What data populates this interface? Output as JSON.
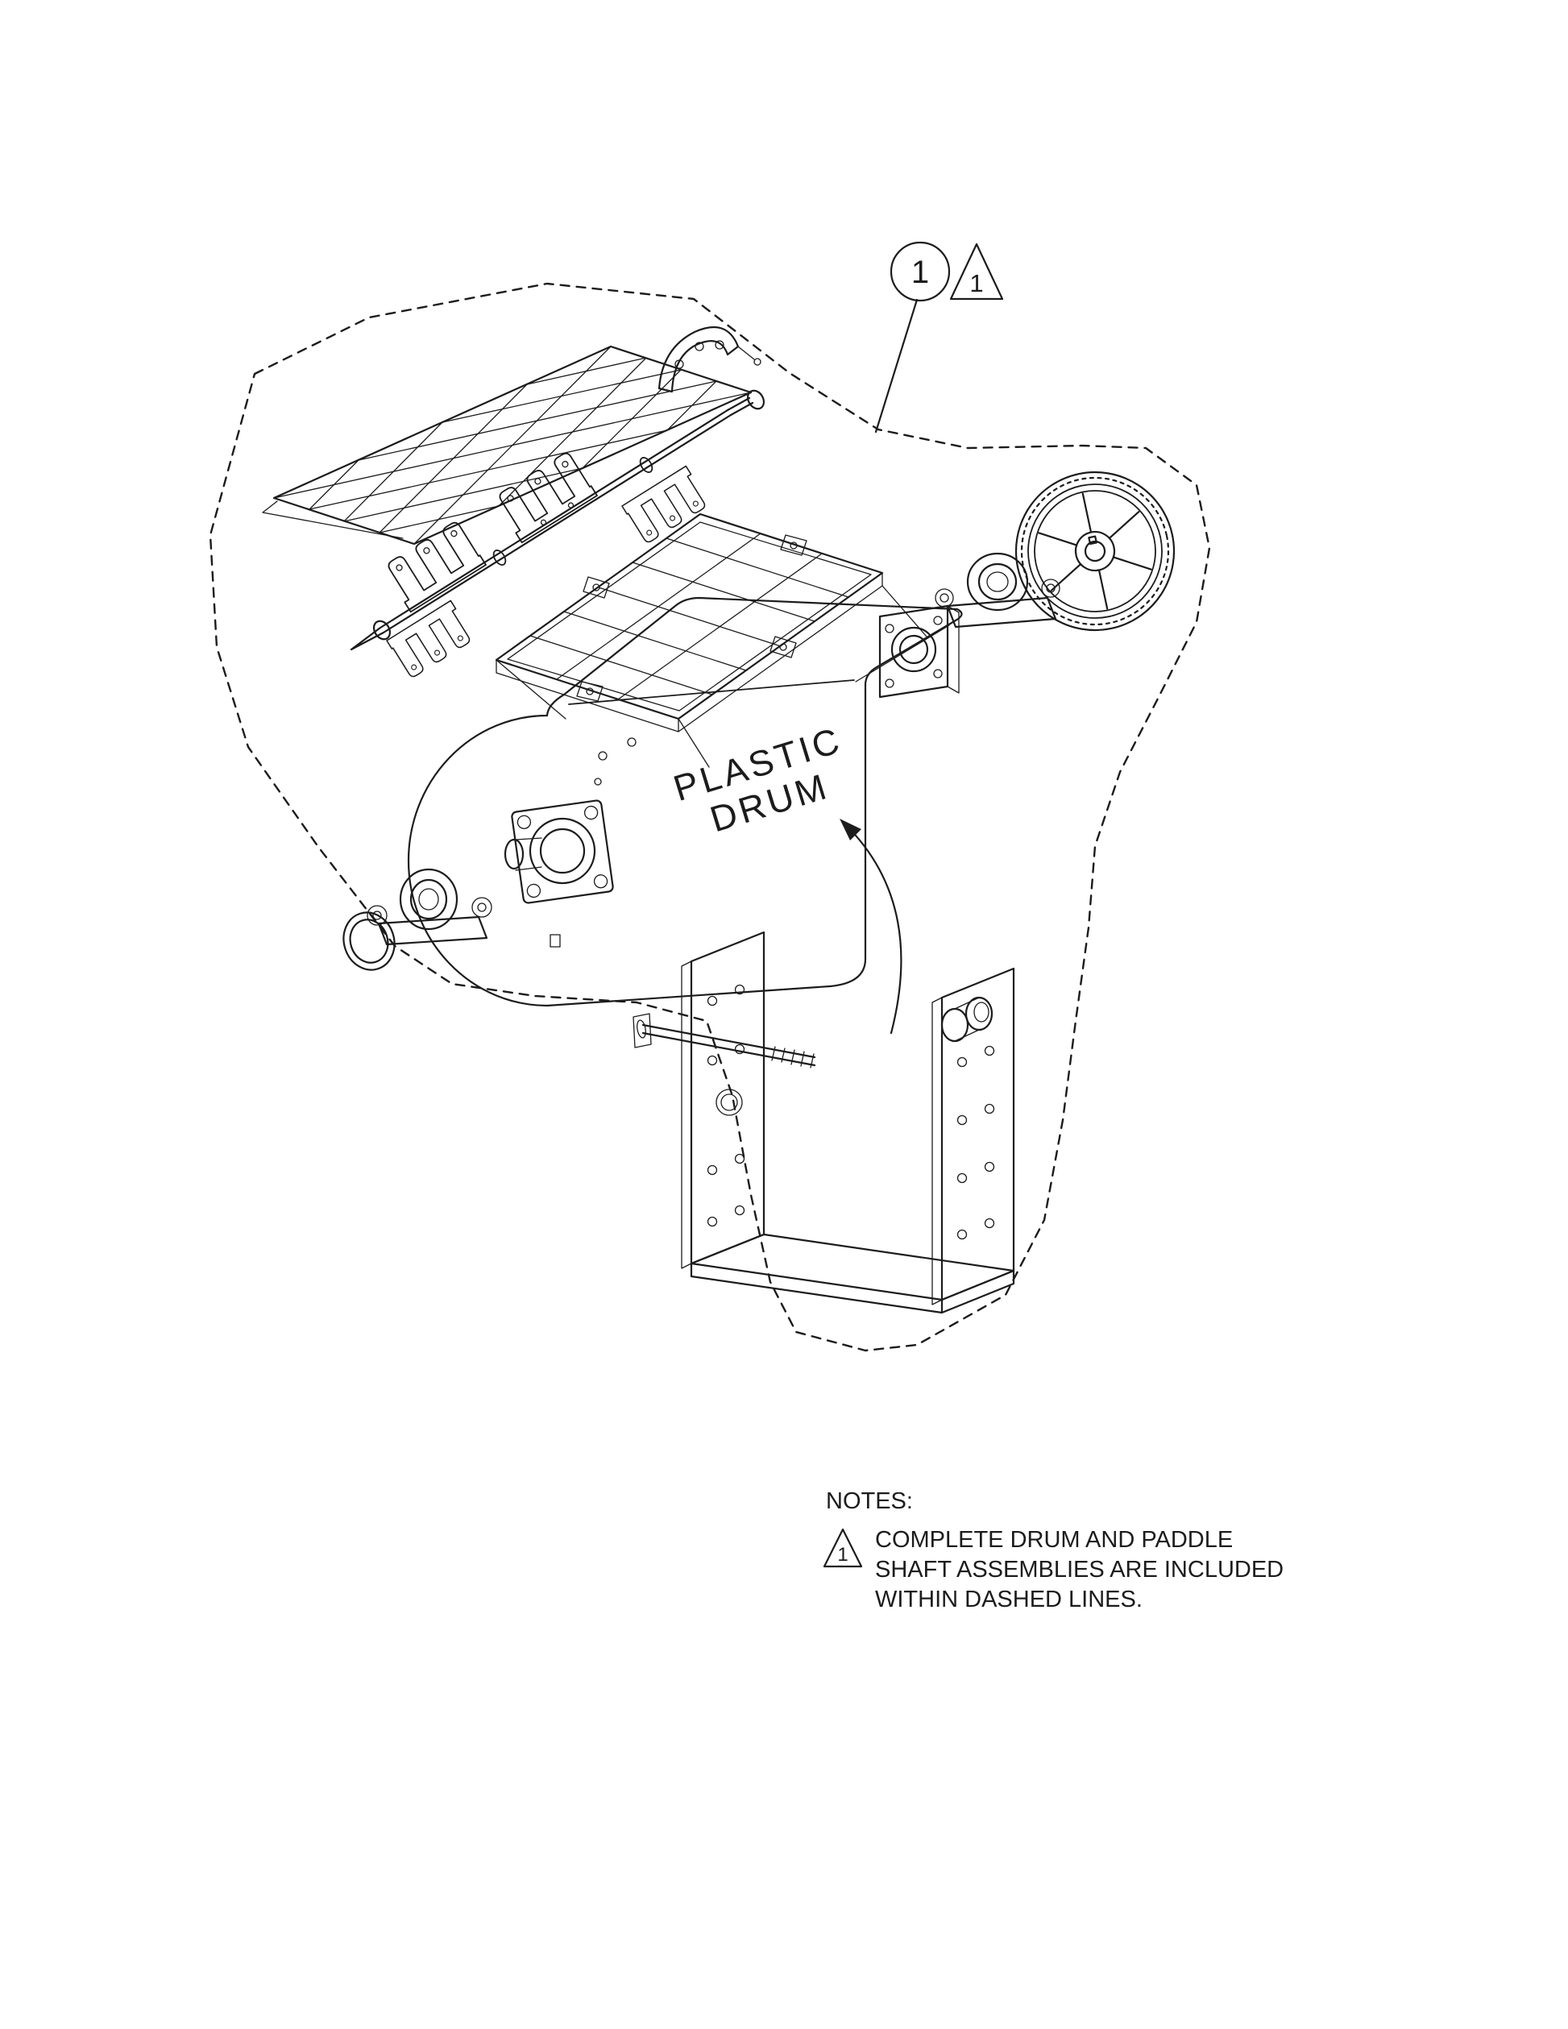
{
  "diagram": {
    "callout": {
      "circle_label": "1",
      "triangle_label": "1"
    },
    "drum": {
      "label_line1": "PLASTIC",
      "label_line2": "DRUM"
    },
    "notes": {
      "heading": "NOTES:",
      "flag_label": "1",
      "body_line1": "COMPLETE DRUM AND PADDLE",
      "body_line2": "SHAFT ASSEMBLIES ARE INCLUDED",
      "body_line3": "WITHIN DASHED LINES."
    },
    "colors": {
      "ink": "#1c1c1c",
      "background": "#ffffff"
    }
  }
}
